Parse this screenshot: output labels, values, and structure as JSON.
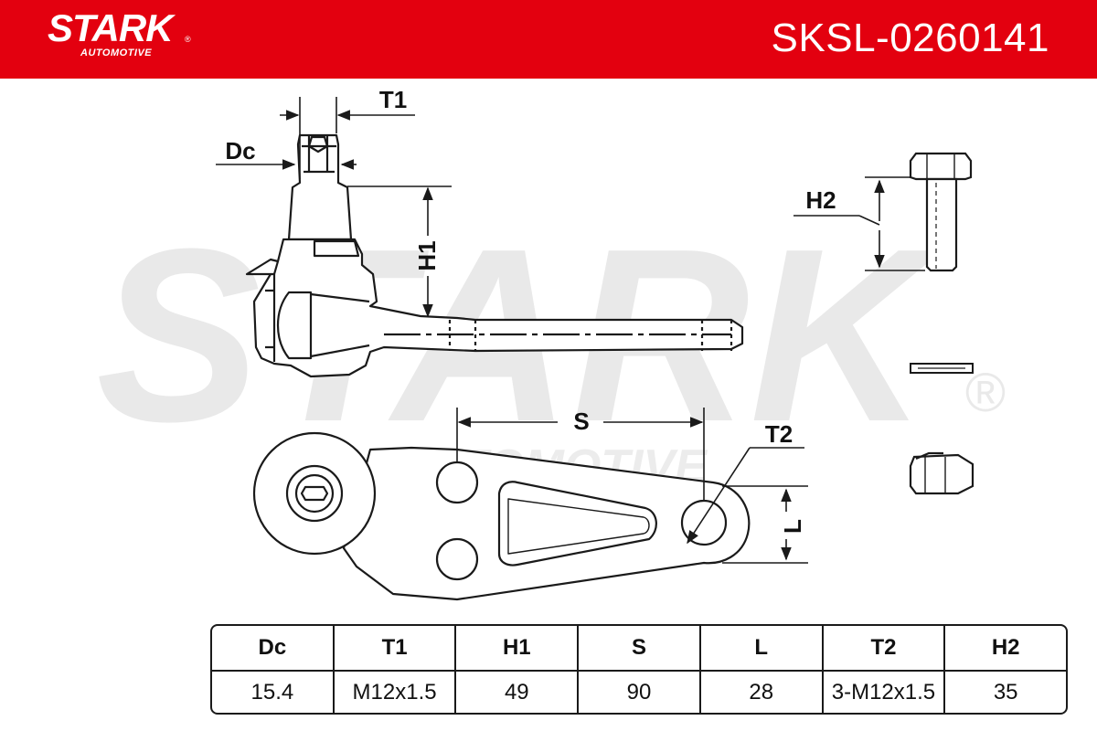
{
  "header": {
    "brand": "STARK",
    "brand_sub": "AUTOMOTIVE",
    "brand_reg": "®",
    "part_number": "SKSL-0260141",
    "bg_color": "#e3000f"
  },
  "watermark": {
    "text": "STARK",
    "sub": "AUTOMOTIVE",
    "reg": "®"
  },
  "labels": {
    "dc": "Dc",
    "t1": "T1",
    "h1": "H1",
    "h2": "H2",
    "s": "S",
    "t2": "T2",
    "l": "L"
  },
  "table": {
    "headers": [
      "Dc",
      "T1",
      "H1",
      "S",
      "L",
      "T2",
      "H2"
    ],
    "values": [
      "15.4",
      "M12x1.5",
      "49",
      "90",
      "28",
      "3-M12x1.5",
      "35"
    ]
  }
}
